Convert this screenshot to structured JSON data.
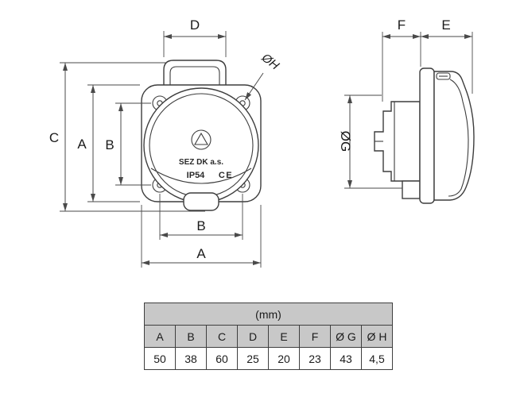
{
  "drawing": {
    "front": {
      "dim_d": "D",
      "dim_h": "ØH",
      "dim_c": "C",
      "dim_a_left": "A",
      "dim_b_left": "B",
      "dim_b_bottom": "B",
      "dim_a_bottom": "A",
      "brand": "SEZ DK a.s.",
      "ip_rating": "IP54",
      "ce_mark": "CE"
    },
    "side": {
      "dim_f": "F",
      "dim_e": "E",
      "dim_g": "ØG"
    }
  },
  "table": {
    "unit_title": "(mm)",
    "columns": [
      "A",
      "B",
      "C",
      "D",
      "E",
      "F",
      "Ø G",
      "Ø H"
    ],
    "values": [
      "50",
      "38",
      "60",
      "25",
      "20",
      "23",
      "43",
      "4,5"
    ]
  }
}
